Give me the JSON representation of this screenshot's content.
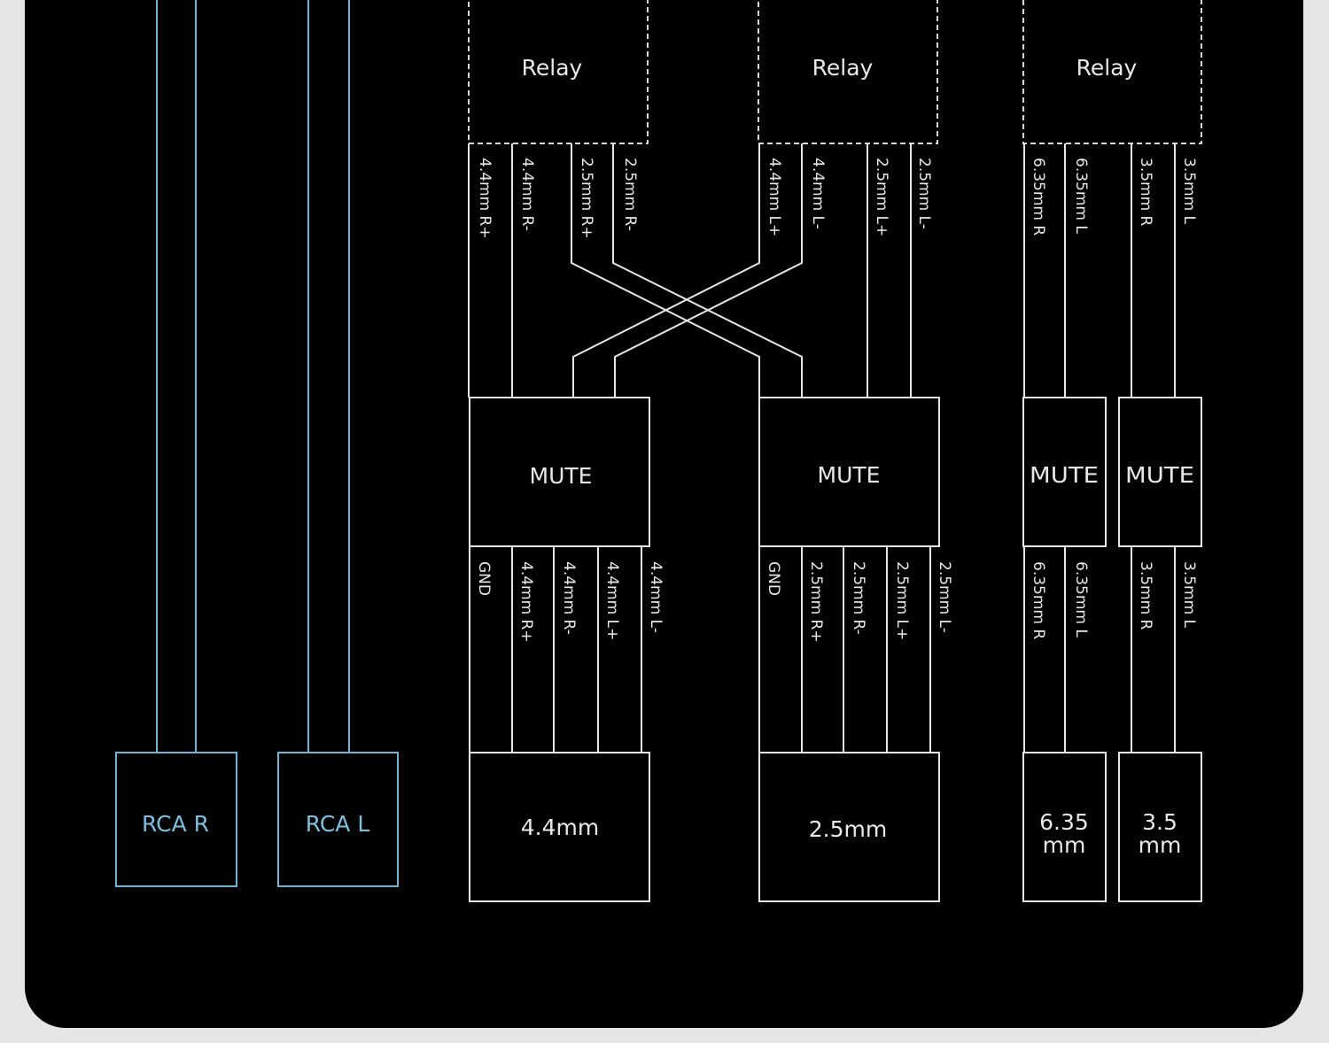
{
  "colors": {
    "background": "#e6e6e6",
    "panel": "#000000",
    "wire": "#e6e6e6",
    "rca_wire": "#6fb4d4"
  },
  "relays": [
    {
      "label": "Relay",
      "pins": [
        "4.4mm R+",
        "4.4mm R-",
        "2.5mm R+",
        "2.5mm R-"
      ]
    },
    {
      "label": "Relay",
      "pins": [
        "4.4mm L+",
        "4.4mm L-",
        "2.5mm L+",
        "2.5mm L-"
      ]
    },
    {
      "label": "Relay",
      "pins": [
        "6.35mm R",
        "6.35mm L",
        "3.5mm R",
        "3.5mm L"
      ]
    }
  ],
  "mutes": [
    {
      "label": "MUTE",
      "pins": [
        "GND",
        "4.4mm R+",
        "4.4mm R-",
        "4.4mm L+",
        "4.4mm L-"
      ]
    },
    {
      "label": "MUTE",
      "pins": [
        "GND",
        "2.5mm R+",
        "2.5mm R-",
        "2.5mm L+",
        "2.5mm L-"
      ]
    },
    {
      "label": "MUTE",
      "pins": [
        "6.35mm R",
        "6.35mm L"
      ]
    },
    {
      "label": "MUTE",
      "pins": [
        "3.5mm R",
        "3.5mm L"
      ]
    }
  ],
  "outputs": [
    {
      "label_lines": [
        "4.4mm"
      ]
    },
    {
      "label_lines": [
        "2.5mm"
      ]
    },
    {
      "label_lines": [
        "6.35",
        "mm"
      ]
    },
    {
      "label_lines": [
        "3.5",
        "mm"
      ]
    }
  ],
  "rca": [
    {
      "label": "RCA R"
    },
    {
      "label": "RCA L"
    }
  ]
}
